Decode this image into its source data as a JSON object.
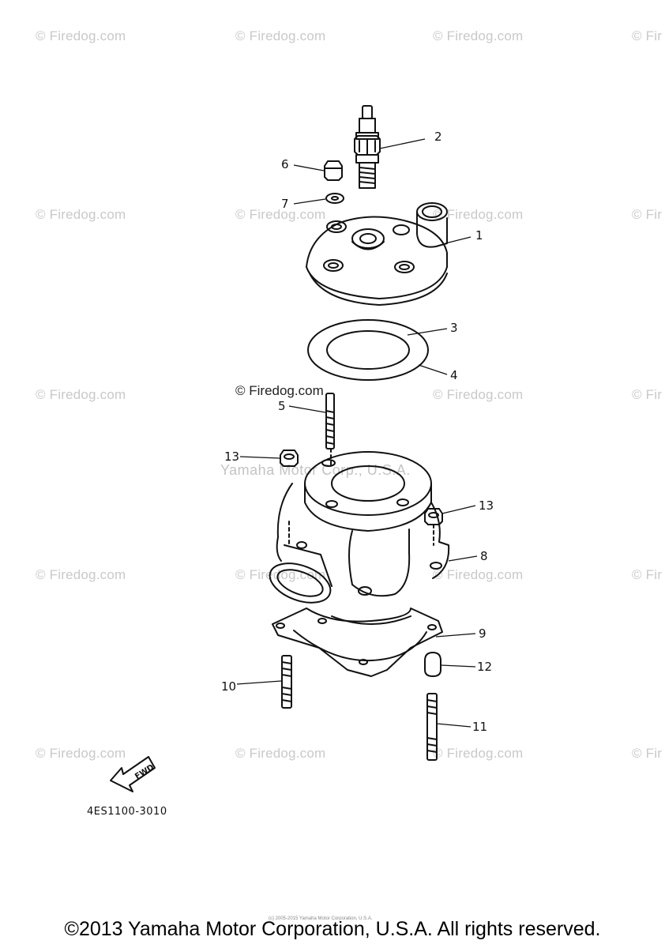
{
  "watermarks": {
    "text": "© Firedog.com",
    "edge_text": "© Fir",
    "center_text": "© Firedog.com",
    "yamaha_text": "Yamaha Motor Corp., U.S.A."
  },
  "callouts": {
    "c1": "1",
    "c2": "2",
    "c3": "3",
    "c4": "4",
    "c5": "5",
    "c6": "6",
    "c7": "7",
    "c8": "8",
    "c9": "9",
    "c10": "10",
    "c11": "11",
    "c12": "12",
    "c13a": "13",
    "c13b": "13"
  },
  "fwd_label": "FWD",
  "diagram_code": "4ES1100-3010",
  "footer": "©2013 Yamaha Motor Corporation, U.S.A. All rights reserved.",
  "footer_small": "(c) 2005-2015 Yamaha Motor Corporation, U.S.A."
}
